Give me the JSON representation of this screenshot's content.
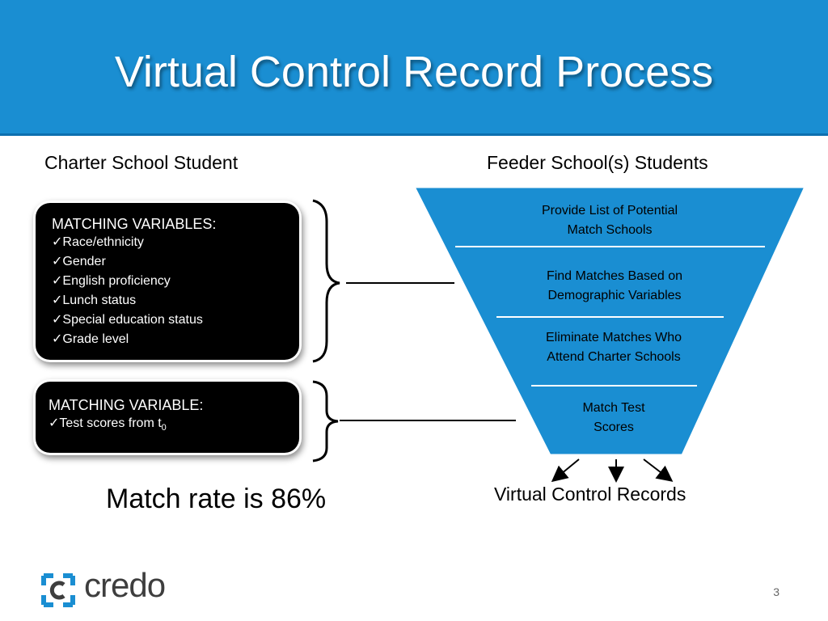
{
  "title": "Virtual Control Record Process",
  "left_label": "Charter School Student",
  "right_label": "Feeder School(s) Students",
  "box1": {
    "heading": "MATCHING VARIABLES:",
    "items": [
      "Race/ethnicity",
      "Gender",
      "English proficiency",
      "Lunch status",
      "Special education status",
      "Grade level"
    ]
  },
  "box2": {
    "heading": "MATCHING VARIABLE:",
    "item_text": "Test scores from t",
    "item_subscript": "0"
  },
  "funnel": {
    "steps": [
      [
        "Provide List of Potential",
        "Match Schools"
      ],
      [
        "Find Matches Based on",
        "Demographic Variables"
      ],
      [
        "Eliminate Matches Who",
        "Attend Charter Schools"
      ],
      [
        "Match Test",
        "Scores"
      ]
    ]
  },
  "output_label": "Virtual Control Records",
  "match_rate": "Match rate is 86%",
  "logo": {
    "text": "credo",
    "icon": "credo-c-bracket-logo"
  },
  "page_number": "3",
  "colors": {
    "header": "#1a8ed2",
    "funnel": "#1a8ed2",
    "box": "#000000"
  }
}
